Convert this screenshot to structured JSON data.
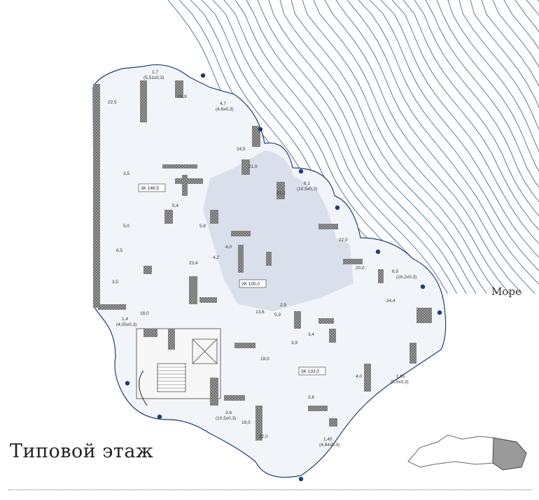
{
  "title": "Типовой этаж",
  "sea_label": "Море",
  "colors": {
    "sea_lines": "#3d6f9e",
    "floor_fill": "#eef2f8",
    "highlight_fill": "#d9e0ec",
    "wall": "#6b6b6b",
    "window_dot": "#1f3f73",
    "outline": "#1f3f73"
  },
  "apartments": [
    {
      "id": "apt-1",
      "label": "3K 146,5"
    },
    {
      "id": "apt-2",
      "label": "2K 105,0"
    },
    {
      "id": "apt-3",
      "label": "3K 133,0"
    }
  ],
  "rooms": [
    "1,7",
    "(5,51x0,3)",
    "22,5",
    "21,9",
    "4,7",
    "(4,6x0,3)",
    "24,5",
    "21,0",
    "3,5",
    "5,0",
    "6,5",
    "3,5",
    "1,4",
    "(4,05x0,3)",
    "18,0",
    "5,4",
    "5,8",
    "4,0",
    "4,2",
    "23,4",
    "21,2",
    "6,1",
    "(10,5x0,3)",
    "22,0",
    "20,0",
    "6,5",
    "(16,2x0,3)",
    "24,4",
    "13,6",
    "2,9",
    "5,9",
    "3,9",
    "3,4",
    "1,65",
    "(5,5x0,3)",
    "4,0",
    "2,6",
    "19,0",
    "3,6",
    "(10,5x0,3)",
    "18,0",
    "22,0",
    "1,45",
    "(4,84x0,3)"
  ]
}
